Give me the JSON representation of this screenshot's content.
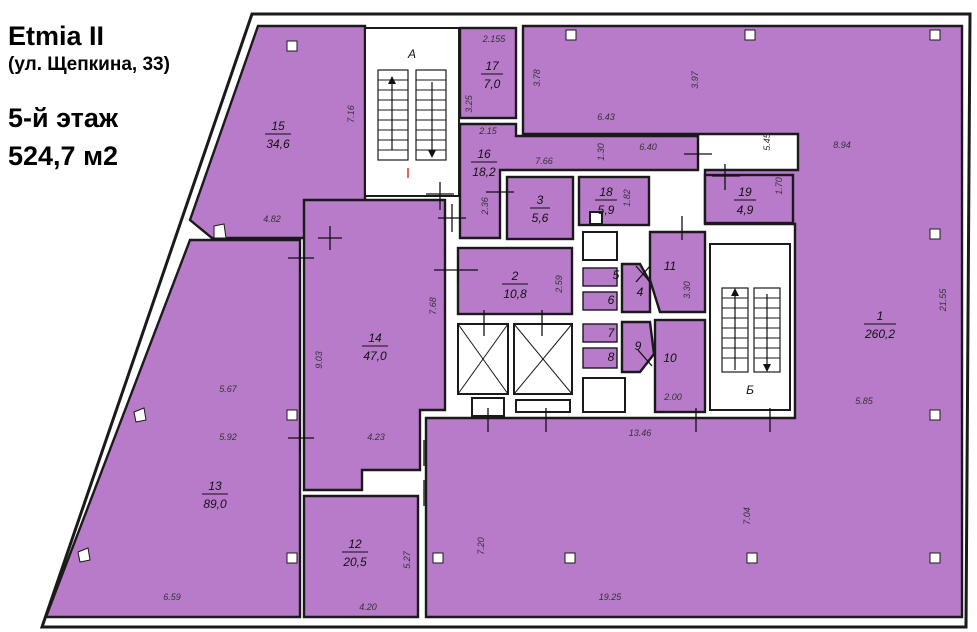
{
  "header": {
    "building": "Etmia II",
    "address": "(ул. Щепкина, 33)",
    "floor": "5-й этаж",
    "area": "524,7 м2"
  },
  "plan": {
    "fill_color": "#b77bc9",
    "core_color": "#ffffff",
    "stairs": [
      {
        "label": "А"
      },
      {
        "label": "Б"
      }
    ],
    "rooms": [
      {
        "id": "1",
        "area": "260,2"
      },
      {
        "id": "2",
        "area": "10,8"
      },
      {
        "id": "3",
        "area": "5,6"
      },
      {
        "id": "4",
        "area": ""
      },
      {
        "id": "5",
        "area": ""
      },
      {
        "id": "6",
        "area": ""
      },
      {
        "id": "7",
        "area": ""
      },
      {
        "id": "8",
        "area": ""
      },
      {
        "id": "9",
        "area": ""
      },
      {
        "id": "10",
        "area": ""
      },
      {
        "id": "11",
        "area": ""
      },
      {
        "id": "12",
        "area": "20,5"
      },
      {
        "id": "13",
        "area": "89,0"
      },
      {
        "id": "14",
        "area": "47,0"
      },
      {
        "id": "15",
        "area": "34,6"
      },
      {
        "id": "16",
        "area": "18,2"
      },
      {
        "id": "17",
        "area": "7,0"
      },
      {
        "id": "18",
        "area": "5,9"
      },
      {
        "id": "19",
        "area": "4,9"
      }
    ],
    "dimensions": [
      "2.155",
      "3.25",
      "3.78",
      "3.97",
      "7.16",
      "6.43",
      "2.15",
      "6.40",
      "1.30",
      "5.45",
      "7.66",
      "8.94",
      "2.36",
      "1.82",
      "1.70",
      "4.82",
      "2.59",
      "3.30",
      "7.68",
      "21.55",
      "9.03",
      "5.67",
      "5.92",
      "4.23",
      "2.00",
      "5.85",
      "13.46",
      "7.04",
      "7.20",
      "5.27",
      "6.59",
      "4.20",
      "19.25"
    ]
  }
}
